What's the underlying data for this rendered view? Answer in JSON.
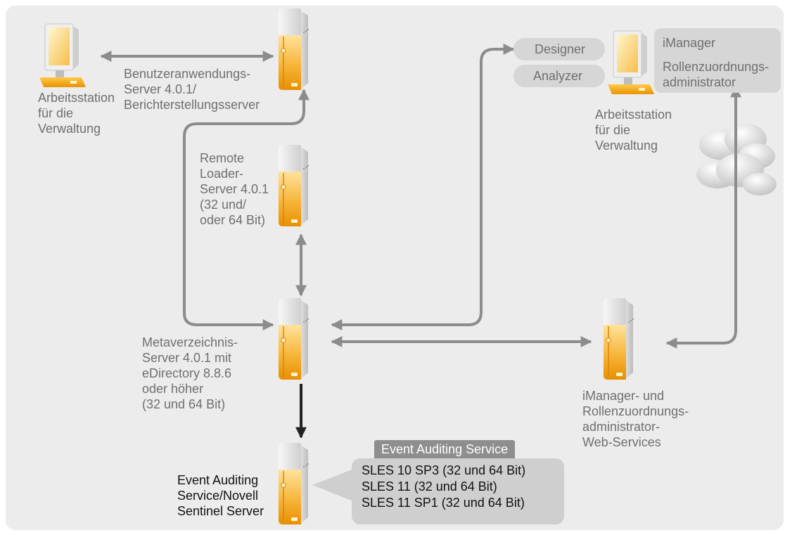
{
  "labels": {
    "workstation_left": "Arbeitsstation\nfür die\nVerwaltung",
    "user_app_server": "Benutzeranwendungs-\nServer 4.0.1/\nBerichterstellungsserver",
    "remote_loader": "Remote\nLoader-\nServer 4.0.1\n(32 und/\noder 64 Bit)",
    "metadirectory": "Metaverzeichnis-\nServer 4.0.1 mit\neDirectory 8.8.6\noder höher\n(32 und 64 Bit)",
    "event_auditing": "Event Auditing\nService/Novell\nSentinel Server",
    "imanager_services": "iManager- und\nRollenzuordnungs-\nadministrator-\nWeb-Services",
    "workstation_right": "Arbeitsstation\nfür die\nVerwaltung",
    "designer": "Designer",
    "analyzer": "Analyzer",
    "imanager": "iManager",
    "role_mapping_admin": "Rollenzuordnungs-\nadministrator"
  },
  "event_auditing_service": {
    "title": "Event Auditing Service",
    "platforms": [
      "SLES 10 SP3 (32 und 64 Bit)",
      "SLES 11 (32 und 64 Bit)",
      "SLES 11 SP1 (32 und 64 Bit)"
    ]
  },
  "colors": {
    "background": "#ececec",
    "connector": "#8c8c8c",
    "connector_dark": "#222222",
    "accent": "#f2a31b"
  }
}
